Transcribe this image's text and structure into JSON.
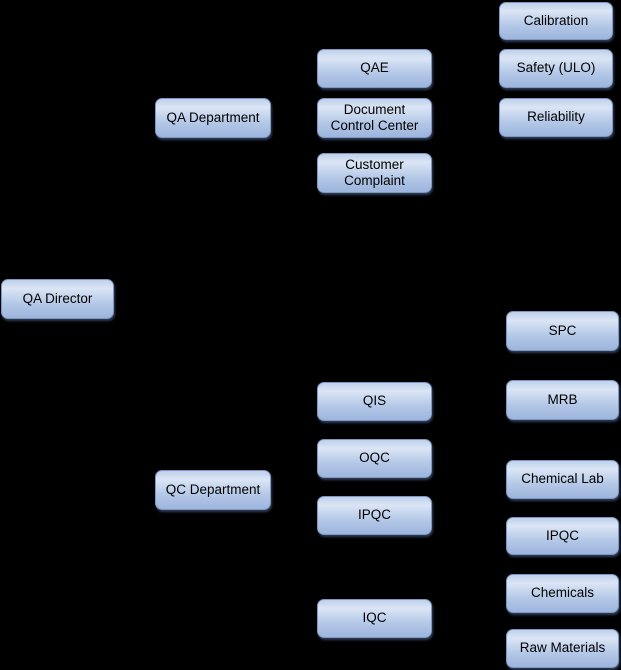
{
  "diagram": {
    "type": "org-chart",
    "background_color": "#000000",
    "node_style": {
      "fill_top": "#dbe5f5",
      "fill_bottom": "#9db5dd",
      "border_color": "#7e97c2",
      "text_color": "#000000"
    },
    "nodes": [
      {
        "id": "qa-director",
        "label": "QA Director"
      },
      {
        "id": "qa-department",
        "label": "QA Department"
      },
      {
        "id": "qc-department",
        "label": "QC Department"
      },
      {
        "id": "qae",
        "label": "QAE"
      },
      {
        "id": "document-control-center",
        "label": "Document\nControl Center"
      },
      {
        "id": "customer-complaint",
        "label": "Customer\nComplaint"
      },
      {
        "id": "qis",
        "label": "QIS"
      },
      {
        "id": "oqc",
        "label": "OQC"
      },
      {
        "id": "ipqc-mid",
        "label": "IPQC"
      },
      {
        "id": "iqc",
        "label": "IQC"
      },
      {
        "id": "calibration",
        "label": "Calibration"
      },
      {
        "id": "safety-ulo",
        "label": "Safety (ULO)"
      },
      {
        "id": "reliability",
        "label": "Reliability"
      },
      {
        "id": "spc",
        "label": "SPC"
      },
      {
        "id": "mrb",
        "label": "MRB"
      },
      {
        "id": "chemical-lab",
        "label": "Chemical Lab"
      },
      {
        "id": "ipqc-right",
        "label": "IPQC"
      },
      {
        "id": "chemicals",
        "label": "Chemicals"
      },
      {
        "id": "raw-materials",
        "label": "Raw Materials"
      }
    ]
  }
}
